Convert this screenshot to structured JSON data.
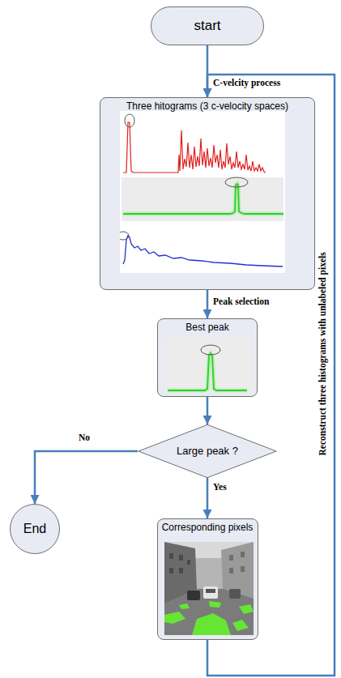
{
  "diagram": {
    "nodes": [
      {
        "text": [
          "start"
        ]
      },
      {
        "text": [
          "Three hitograms (3 c-velocity spaces)"
        ]
      },
      {
        "text": [
          "Best peak"
        ]
      },
      {
        "text": [
          "Large peak ?"
        ]
      },
      {
        "text": [
          "End"
        ]
      },
      {
        "text": [
          "Corresponding pixels"
        ]
      }
    ],
    "edges": [
      {
        "from": 0,
        "to": 1,
        "arrow": "to",
        "label": "C-velcity process"
      },
      {
        "from": 1,
        "to": 2,
        "arrow": "to",
        "label": "Peak selection"
      },
      {
        "from": 2,
        "to": 3,
        "arrow": "to"
      },
      {
        "from": 3,
        "to": 4,
        "arrow": "to",
        "label": "No"
      },
      {
        "from": 3,
        "to": 5,
        "arrow": "to",
        "label": "Yes"
      },
      {
        "from": 5,
        "to": 1,
        "arrow": "to",
        "label": "Reconstruct three histograms with unlabeled pixels"
      }
    ]
  }
}
